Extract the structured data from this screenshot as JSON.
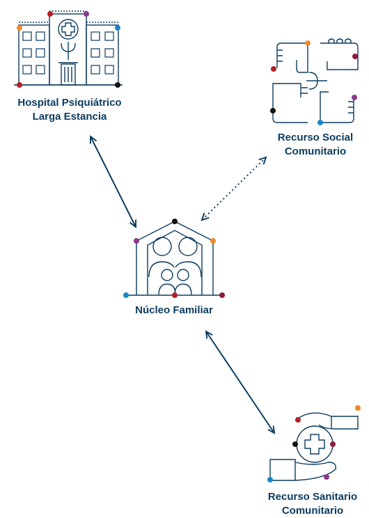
{
  "nodes": {
    "hospital": {
      "line1": "Hospital Psiquiátrico",
      "line2": "Larga Estancia"
    },
    "social": {
      "line1": "Recurso Social",
      "line2": "Comunitario"
    },
    "family": {
      "line1": "Núcleo Familiar"
    },
    "sanitary": {
      "line1": "Recurso Sanitario",
      "line2": "Comunitario"
    }
  },
  "edges": [
    {
      "from": "hospital",
      "to": "family",
      "style": "solid",
      "direction": "both"
    },
    {
      "from": "social",
      "to": "family",
      "style": "dotted",
      "direction": "both"
    },
    {
      "from": "family",
      "to": "sanitary",
      "style": "solid",
      "direction": "both"
    }
  ],
  "icons": {
    "hospital": "hospital-building-icon",
    "social": "joined-hands-icon",
    "family": "family-house-icon",
    "sanitary": "hands-holding-cross-icon"
  },
  "colors": {
    "line": "#0c3b5e",
    "dot_red": "#b3202a",
    "dot_orange": "#ee8a2c",
    "dot_purple": "#8a3a8e",
    "dot_blue": "#1a86c8",
    "dot_black": "#111111",
    "dot_maroon": "#8c1b3c"
  }
}
